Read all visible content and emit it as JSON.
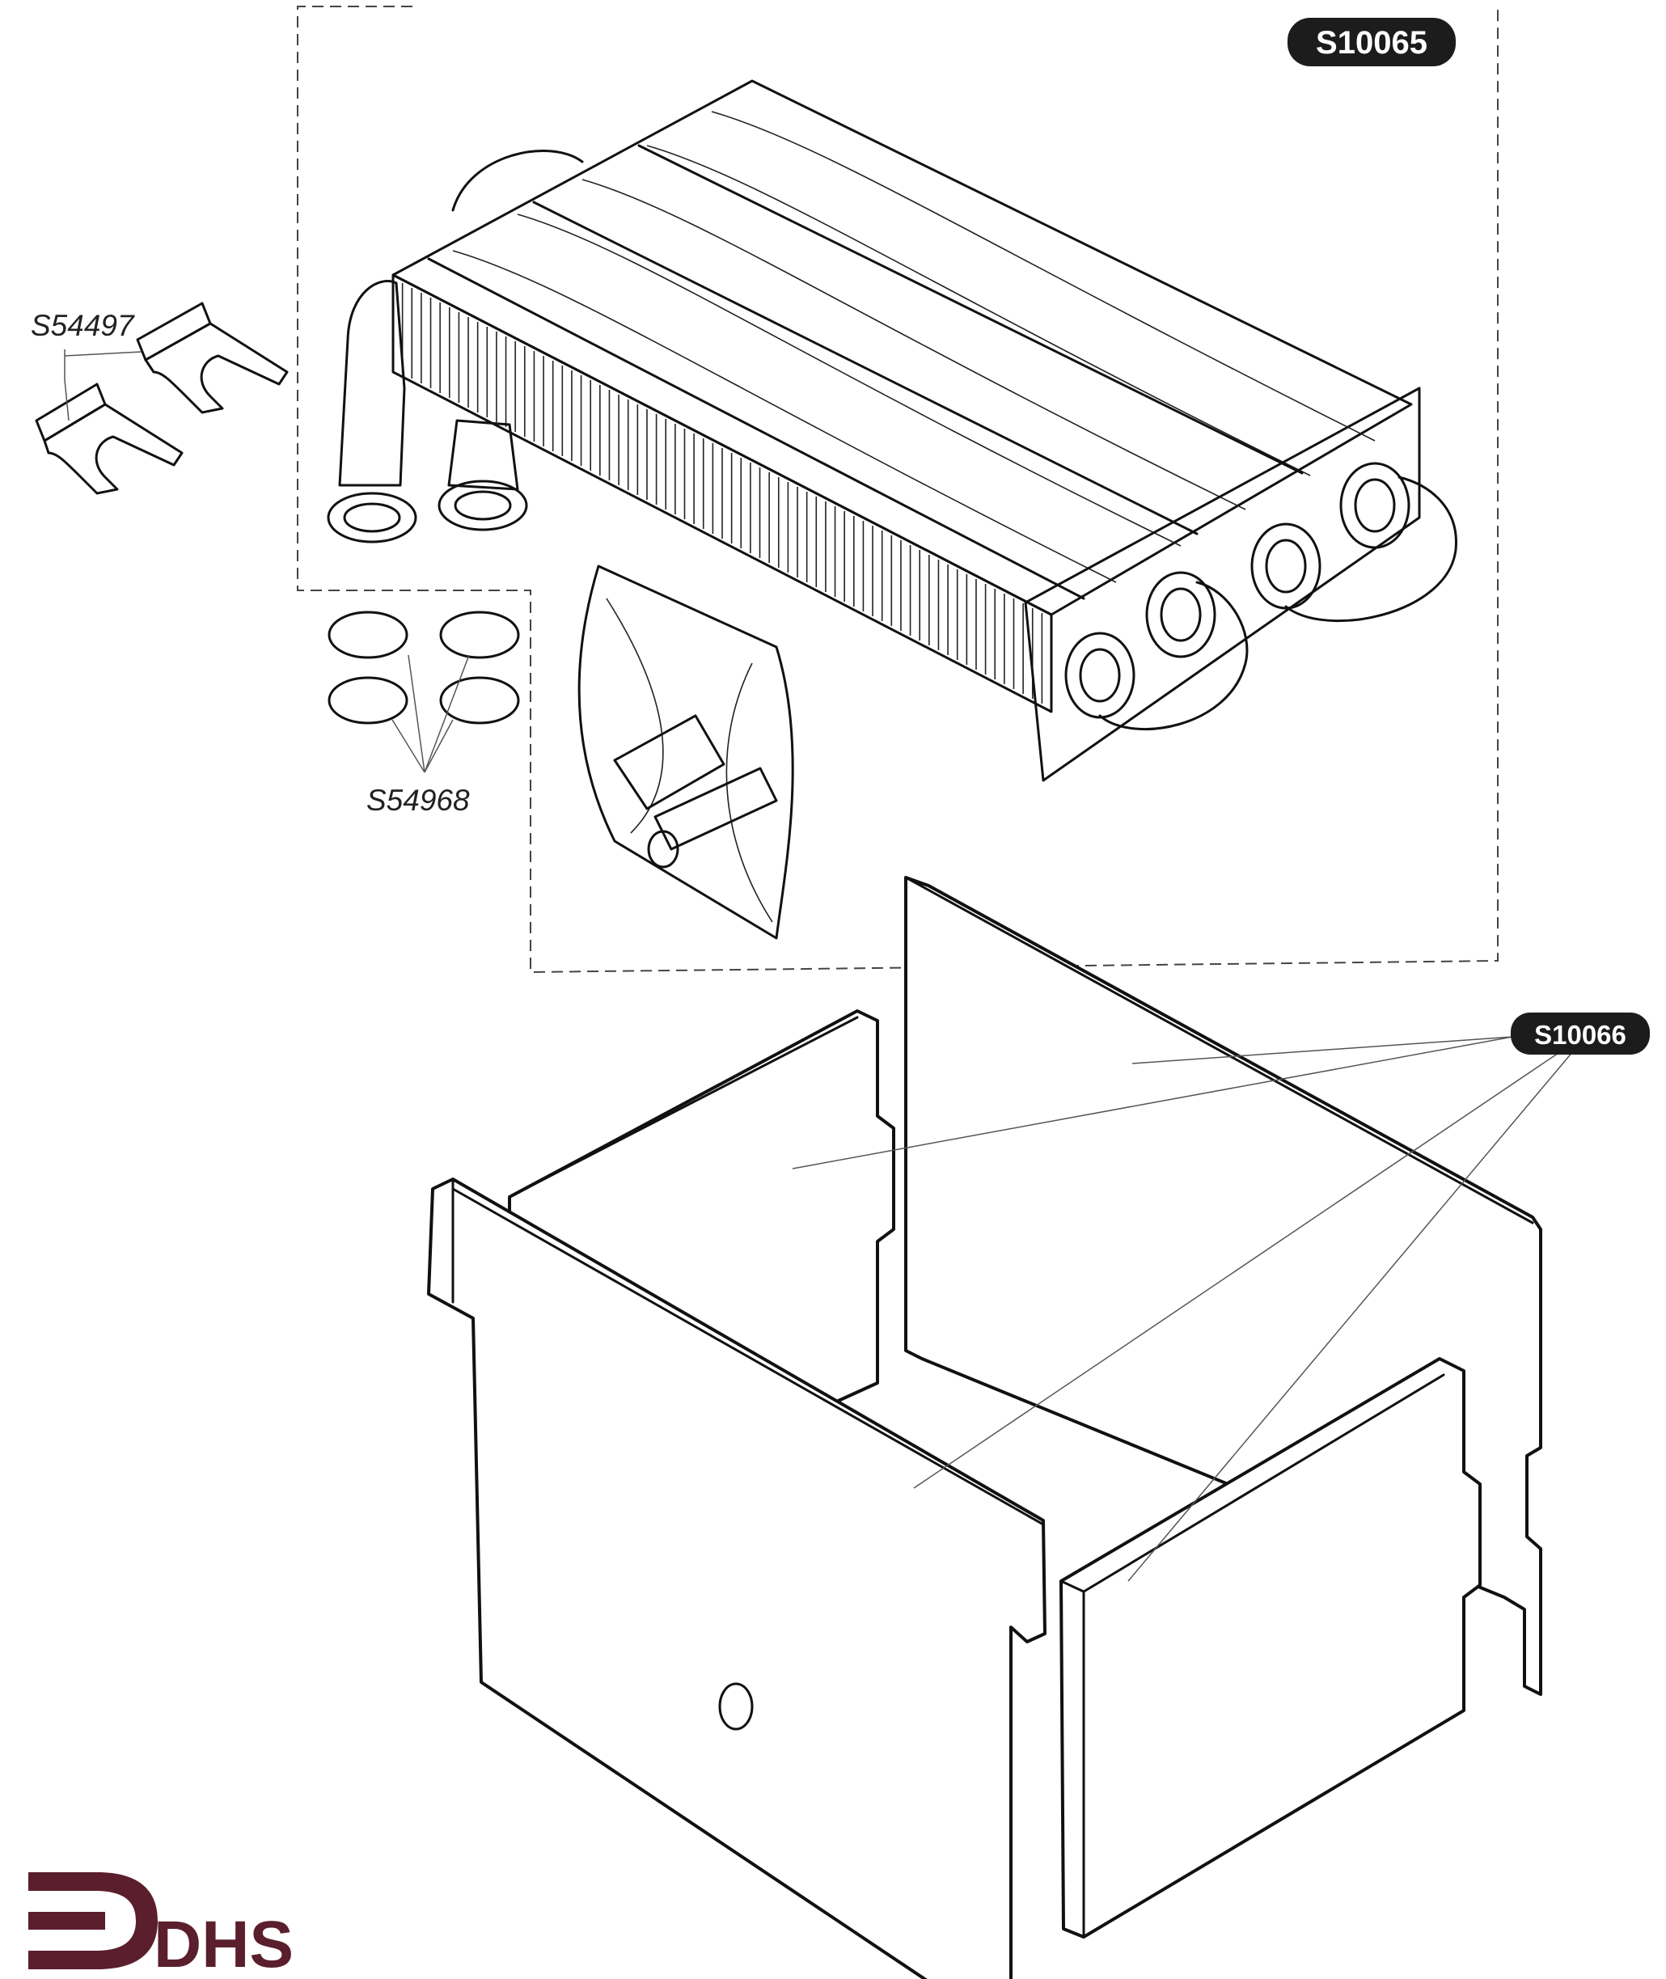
{
  "labels": {
    "heat_exchanger": "S10065",
    "insulation_panels": "S10066",
    "clips": "S54497",
    "o_rings": "S54968"
  },
  "logo": {
    "text": "DHS",
    "icon": "dhs-arrow-logo-icon",
    "color": "#5a1e2c"
  },
  "colors": {
    "badge": "#1c1c1c",
    "line": "#111111"
  }
}
